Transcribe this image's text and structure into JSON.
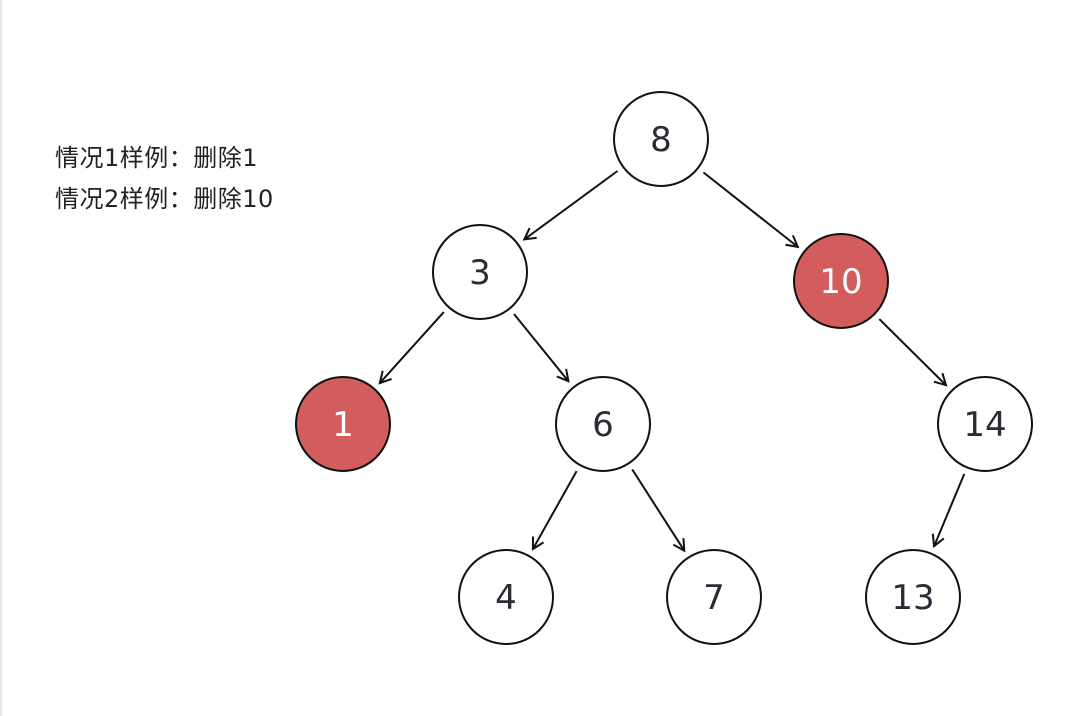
{
  "notes": [
    "情况1样例：删除1",
    "情况2样例：删除10"
  ],
  "colors": {
    "highlight_fill": "#d35c5c",
    "normal_fill": "#ffffff",
    "stroke": "#111111",
    "text_dark": "#2b2b36",
    "text_light": "#ffffff"
  },
  "nodes": [
    {
      "id": "n8",
      "label": "8",
      "highlight": false
    },
    {
      "id": "n3",
      "label": "3",
      "highlight": false
    },
    {
      "id": "n10",
      "label": "10",
      "highlight": true
    },
    {
      "id": "n1",
      "label": "1",
      "highlight": true
    },
    {
      "id": "n6",
      "label": "6",
      "highlight": false
    },
    {
      "id": "n14",
      "label": "14",
      "highlight": false
    },
    {
      "id": "n4",
      "label": "4",
      "highlight": false
    },
    {
      "id": "n7",
      "label": "7",
      "highlight": false
    },
    {
      "id": "n13",
      "label": "13",
      "highlight": false
    }
  ],
  "edges": [
    {
      "from": "n8",
      "to": "n3"
    },
    {
      "from": "n8",
      "to": "n10"
    },
    {
      "from": "n3",
      "to": "n1"
    },
    {
      "from": "n3",
      "to": "n6"
    },
    {
      "from": "n10",
      "to": "n14"
    },
    {
      "from": "n6",
      "to": "n4"
    },
    {
      "from": "n6",
      "to": "n7"
    },
    {
      "from": "n14",
      "to": "n13"
    }
  ]
}
